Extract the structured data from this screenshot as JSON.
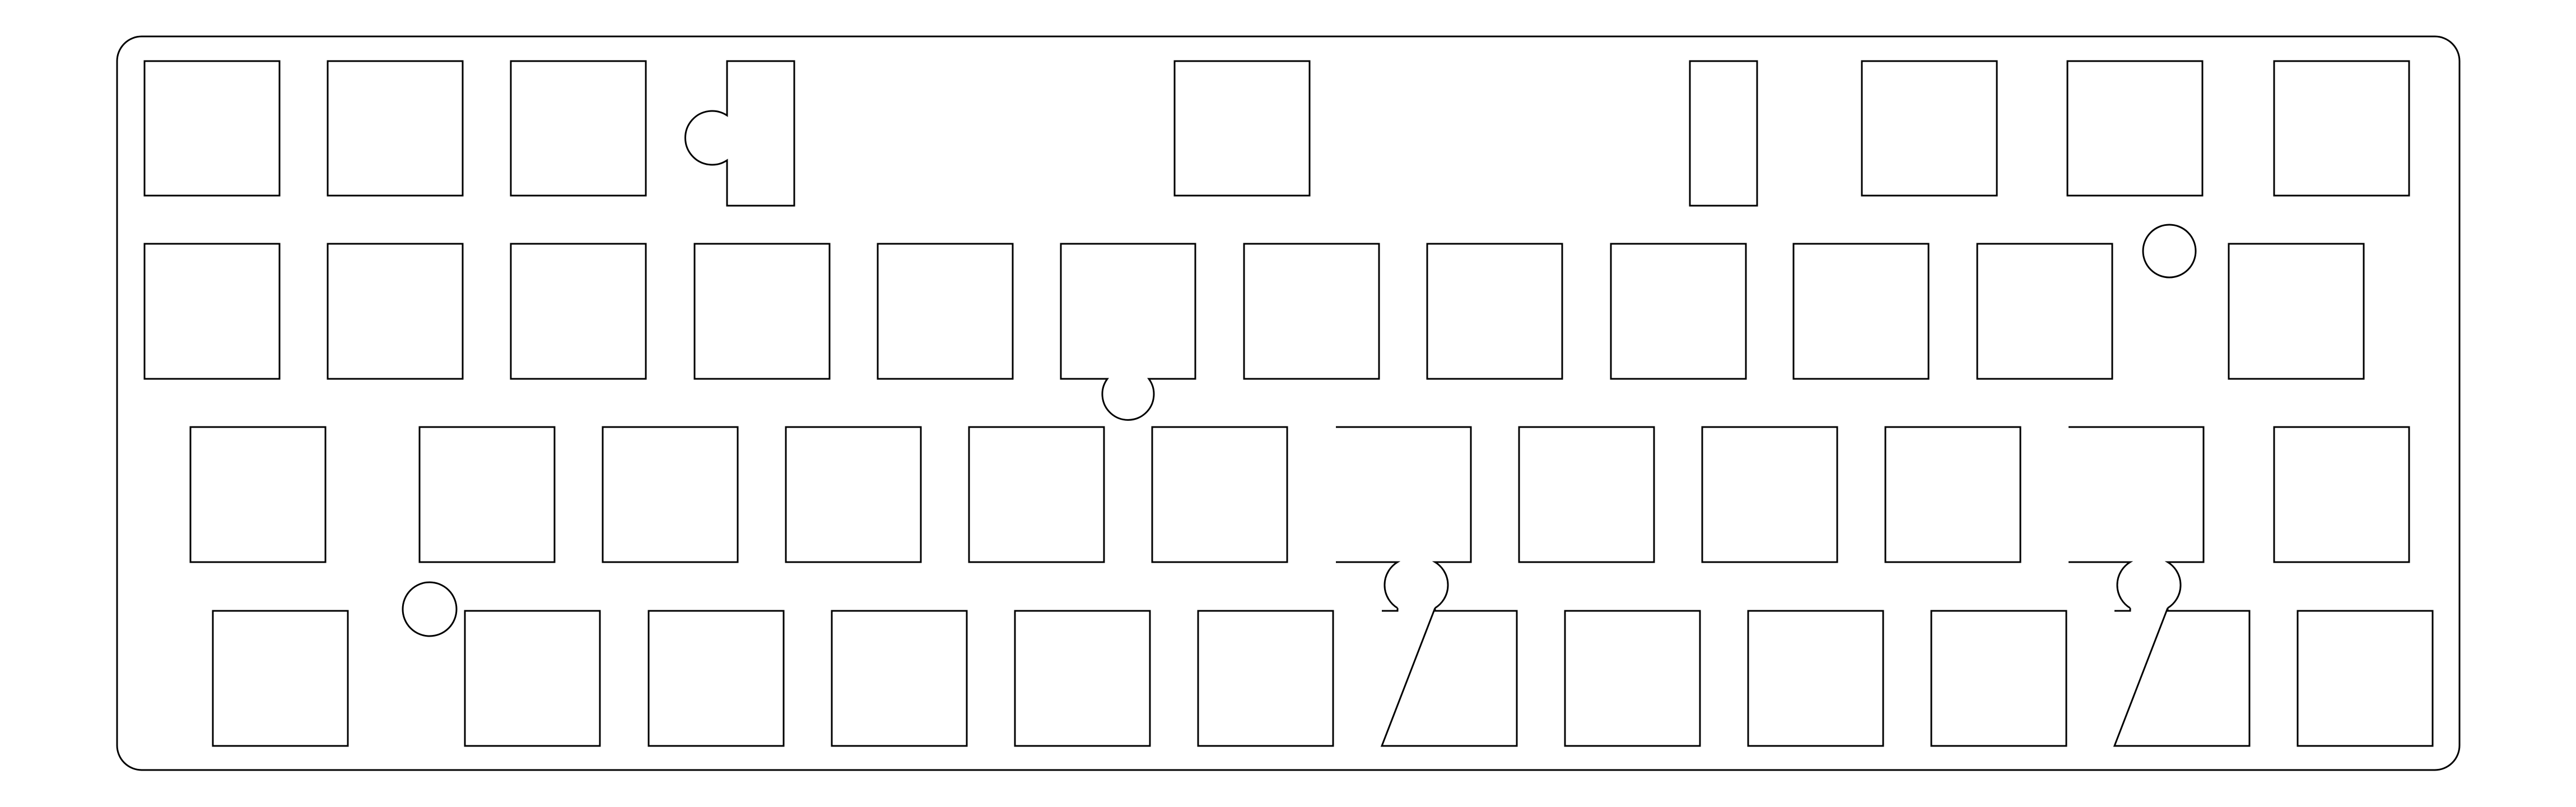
{
  "plate": {
    "line_color": "#000000",
    "background_color": "#ffffff",
    "rows": [
      {
        "name": "row-1",
        "switch_cutout_count": 8,
        "stabilizer_slot_count": 1,
        "screw_hole_count": 0
      },
      {
        "name": "row-2",
        "switch_cutout_count": 12,
        "stabilizer_slot_count": 0,
        "screw_hole_count": 1
      },
      {
        "name": "row-3",
        "switch_cutout_count": 12,
        "stabilizer_slot_count": 0,
        "screw_hole_count": 0
      },
      {
        "name": "row-4",
        "switch_cutout_count": 12,
        "stabilizer_slot_count": 0,
        "screw_hole_count": 1
      }
    ],
    "notched_cutouts": 6
  }
}
